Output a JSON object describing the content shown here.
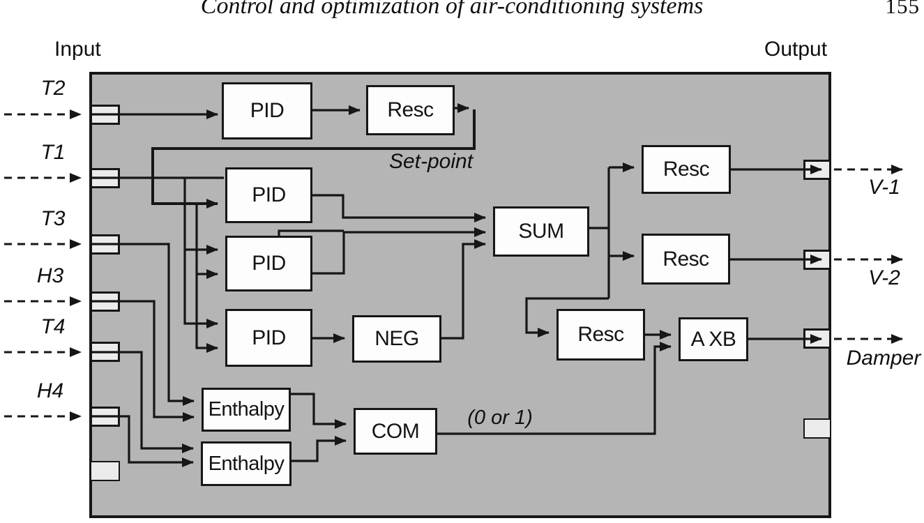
{
  "header": {
    "title": "Control and optimization of air-conditioning systems",
    "page_number": "155"
  },
  "sections": {
    "input_label": "Input",
    "output_label": "Output"
  },
  "inputs": [
    {
      "label": "T2"
    },
    {
      "label": "T1"
    },
    {
      "label": "T3"
    },
    {
      "label": "H3"
    },
    {
      "label": "T4"
    },
    {
      "label": "H4"
    }
  ],
  "outputs": [
    {
      "label": "V-1"
    },
    {
      "label": "V-2"
    },
    {
      "label": "Damper"
    }
  ],
  "blocks": {
    "pid1": "PID",
    "resc_top": "Resc",
    "pid2": "PID",
    "pid3": "PID",
    "pid4": "PID",
    "neg": "NEG",
    "sum": "SUM",
    "enthalpy1": "Enthalpy",
    "enthalpy2": "Enthalpy",
    "com": "COM",
    "resc_v1": "Resc",
    "resc_v2": "Resc",
    "resc_damper": "Resc",
    "axb": "A XB"
  },
  "annotations": {
    "set_point": "Set-point",
    "zero_or_one": "(0 or 1)"
  },
  "colors": {
    "board_fill": "#b5b5b5",
    "line": "#161616",
    "block_fill": "#fdfdfd",
    "port_fill": "#ebebeb"
  }
}
